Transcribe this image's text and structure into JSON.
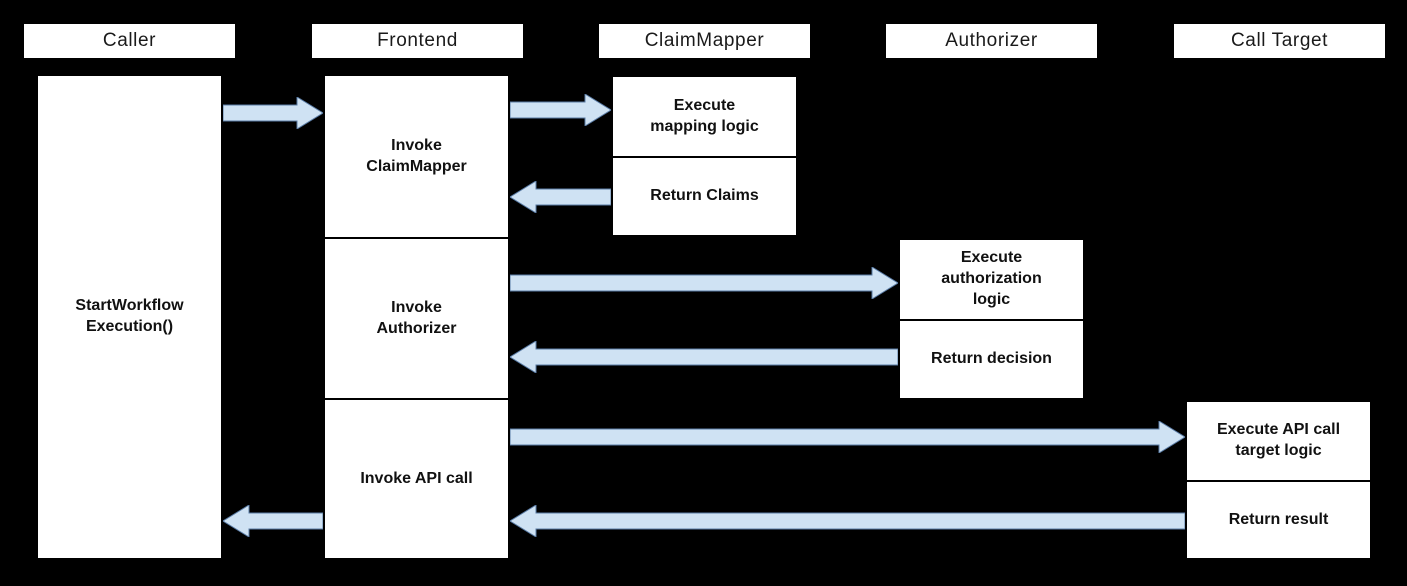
{
  "colors": {
    "background": "#000000",
    "box_fill": "#ffffff",
    "box_border": "#000000",
    "arrow_fill": "#cfe2f3",
    "arrow_stroke": "#5a7ca6"
  },
  "lifelines": [
    {
      "id": "caller",
      "label": "Caller"
    },
    {
      "id": "frontend",
      "label": "Frontend"
    },
    {
      "id": "claimmapper",
      "label": "ClaimMapper"
    },
    {
      "id": "authorizer",
      "label": "Authorizer"
    },
    {
      "id": "calltarget",
      "label": "Call Target"
    }
  ],
  "activations": {
    "caller": {
      "label": "StartWorkflow\nExecution()"
    },
    "frontend": {
      "steps": [
        "Invoke\nClaimMapper",
        "Invoke\nAuthorizer",
        "Invoke API call"
      ]
    },
    "claimmapper": {
      "steps": [
        "Execute\nmapping logic",
        "Return Claims"
      ]
    },
    "authorizer": {
      "steps": [
        "Execute\nauthorization\nlogic",
        "Return decision"
      ]
    },
    "calltarget": {
      "steps": [
        "Execute API call\ntarget logic",
        "Return result"
      ]
    }
  },
  "messages": [
    {
      "from": "Caller",
      "to": "Frontend"
    },
    {
      "from": "Frontend",
      "to": "ClaimMapper"
    },
    {
      "from": "ClaimMapper",
      "to": "Frontend"
    },
    {
      "from": "Frontend",
      "to": "Authorizer"
    },
    {
      "from": "Authorizer",
      "to": "Frontend"
    },
    {
      "from": "Frontend",
      "to": "Call Target"
    },
    {
      "from": "Call Target",
      "to": "Frontend"
    },
    {
      "from": "Frontend",
      "to": "Caller"
    }
  ],
  "diagram": {
    "type": "sequence",
    "description": "Workflow execution sequence across Caller, Frontend, ClaimMapper, Authorizer and Call Target"
  }
}
